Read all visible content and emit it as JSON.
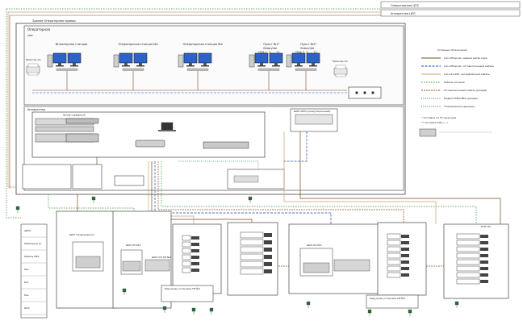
{
  "top_bar": {
    "box1": "Операторская ЦПС",
    "box2": "Аппаратная ЦПС",
    "building_label": "Здание Операторная промыс"
  },
  "operator_room": {
    "title": "Операторная",
    "subtitle": "АРМ",
    "stations": [
      {
        "label_lines": [
          "Инженерная станция"
        ]
      },
      {
        "label_lines": [
          "Операторская станция №1"
        ]
      },
      {
        "label_lines": [
          "Операторская станция №2"
        ]
      },
      {
        "label_lines": [
          "Пульт №1*",
          "Eaton/ree",
          "ПЗА 1, 2, ... 12"
        ]
      },
      {
        "label_lines": [
          "Пульт №2*",
          "Eaton/ree",
          "ПЗА 1, 2, ... 12"
        ]
      }
    ],
    "printer_left": "Принтер А4",
    "printer_right": "Принтер А3"
  },
  "server_room": {
    "title": "Аппаратная",
    "cabinet": "Шкаф серверный",
    "switch_unit": "ШКР АРМ (коммутационный)"
  },
  "legend": {
    "title": "Условные обозначения",
    "items": [
      {
        "label": "Сеть Ethernet, медная витая пара",
        "color": "#7a4a1e",
        "dash": ""
      },
      {
        "label": "Сеть Ethernet, оптоволоконный кабель",
        "color": "#1e4aa8",
        "dash": "3,1.5"
      },
      {
        "label": "Сеть RS-485, интерфейсный кабель",
        "color": "#c8a070",
        "dash": ""
      },
      {
        "label": "Кабель питания",
        "color": "#2f8f3a",
        "dash": "1.5,1.5"
      },
      {
        "label": "Оптоволоконный кабель (резерв)",
        "color": "#8a5a2a",
        "dash": "2,1"
      },
      {
        "label": "Модем GSM/GPRS (резерв)",
        "color": "#555555",
        "dash": "1,1.5"
      },
      {
        "label": "Телемеханика (данные)",
        "color": "#1e6ab0",
        "dash": "1,1.5"
      }
    ],
    "note1": "* поставка по ТЗ заказчика",
    "note2": "** поставка ОАО «...»"
  },
  "field_sites": {
    "list_items": [
      "АБОС",
      "Кабельная ш.",
      "Кабель ПВС",
      "Рез.",
      "Рез.",
      "Рез.",
      "ЦПС"
    ],
    "cabinet_labels": [
      "ШКУ Телемеханика",
      "ШКУ КП №1",
      "ШКУ ОП КП №2",
      "ШКУ КП №2",
      "КТП ТМ"
    ],
    "outdoor": [
      "Наружная установка ПР №1",
      "Наружная установка ПР №2"
    ]
  }
}
